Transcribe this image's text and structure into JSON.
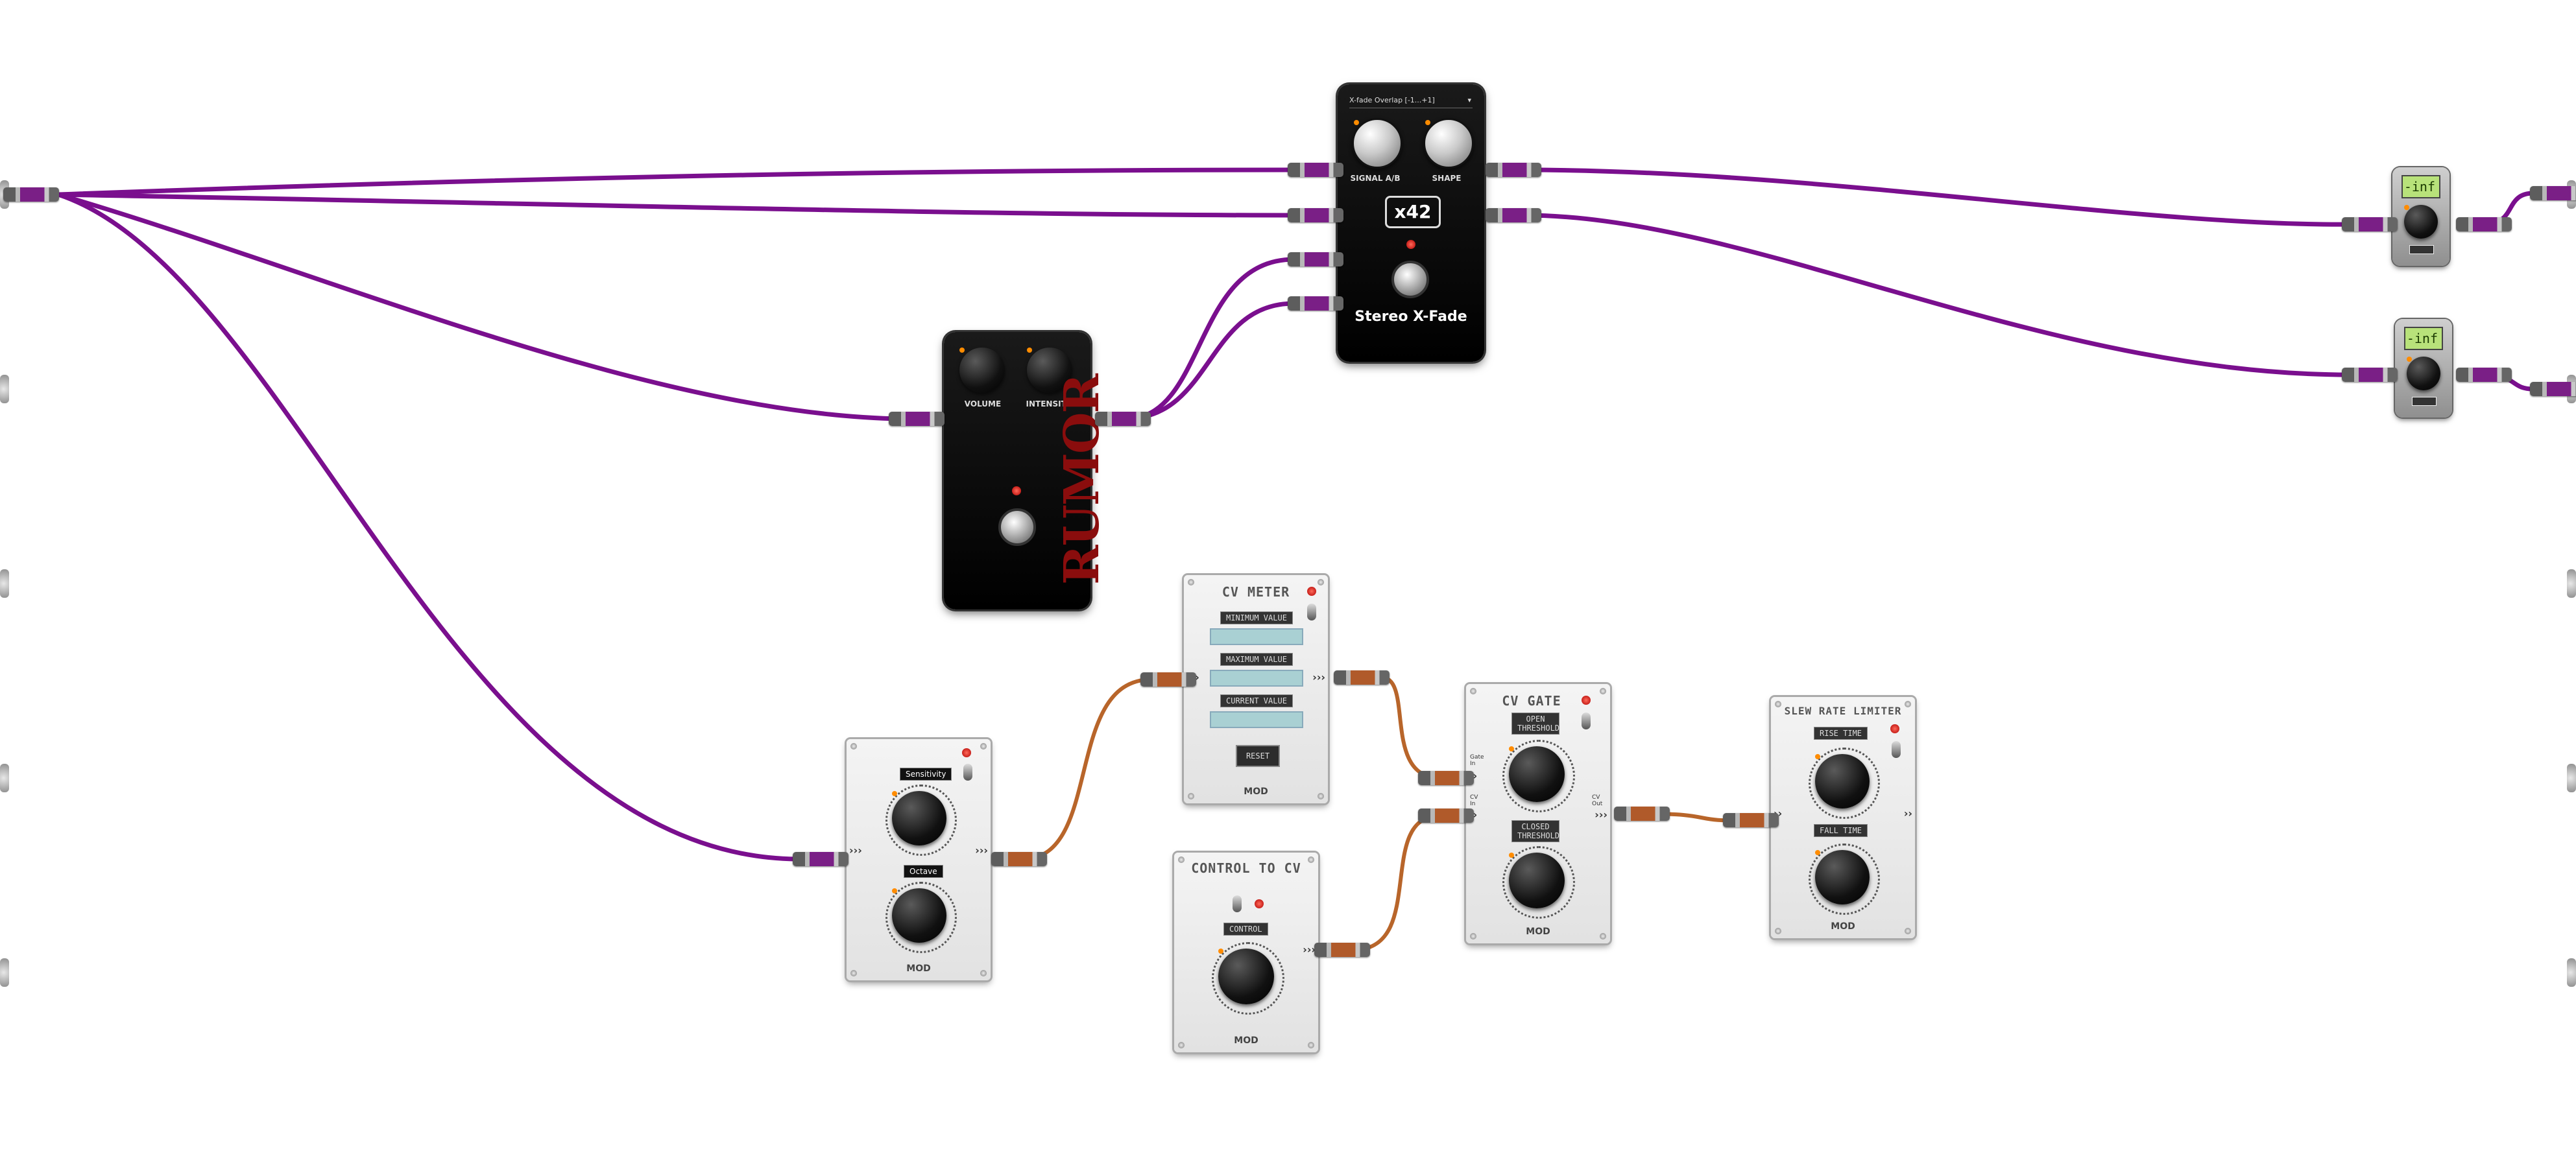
{
  "xfade": {
    "dropdown": "X-fade Overlap [-1...+1]",
    "knob_labels": [
      "SIGNAL A/B",
      "SHAPE"
    ],
    "badge": "x42",
    "name": "Stereo X-Fade"
  },
  "rumor": {
    "knob_labels": [
      "VOLUME",
      "INTENSITY"
    ],
    "logo": "RUMOR"
  },
  "cv_meter": {
    "title": "CV METER",
    "labels": [
      "MINIMUM VALUE",
      "MAXIMUM VALUE",
      "CURRENT VALUE"
    ],
    "reset": "RESET",
    "brand": "MOD"
  },
  "audio_to_cv": {
    "labels": [
      "Sensitivity",
      "Octave"
    ],
    "brand": "MOD"
  },
  "control_to_cv": {
    "title": "CONTROL TO CV",
    "label": "CONTROL",
    "brand": "MOD"
  },
  "cv_gate": {
    "title": "CV GATE",
    "labels": [
      "OPEN THRESHOLD",
      "CLOSED THRESHOLD"
    ],
    "port_labels": [
      "Gate In",
      "CV In",
      "CV Out"
    ],
    "brand": "MOD"
  },
  "slew": {
    "title": "SLEW RATE LIMITER",
    "labels": [
      "RISE TIME",
      "FALL TIME"
    ],
    "brand": "MOD"
  },
  "meters": [
    {
      "lcd": "-inf"
    },
    {
      "lcd": "-inf"
    }
  ],
  "colors": {
    "audio_cable": "#7a0f8e",
    "cv_cable": "#b8652a"
  }
}
